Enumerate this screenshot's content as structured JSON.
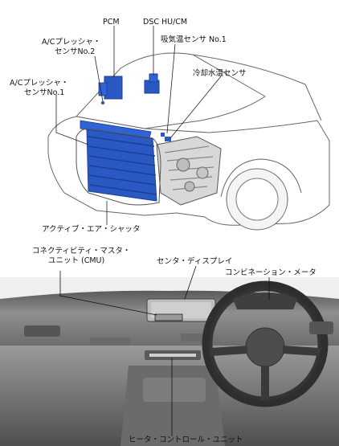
{
  "engine_diagram": {
    "labels": {
      "pcm": "PCM",
      "dsc": "DSC HU/CM",
      "ac_sensor2_line1": "A/Cプレッシャ・",
      "ac_sensor2_line2": "センサNo.2",
      "intake_temp": "吸気温センサ No.1",
      "coolant_temp": "冷却水温センサ",
      "ac_sensor1_line1": "A/Cプレッシャ・",
      "ac_sensor1_line2": "センサNo.1",
      "active_shutter": "アクティブ・エア・シャッタ"
    }
  },
  "dashboard_diagram": {
    "labels": {
      "cmu_line1": "コネクティビティ・マスタ・",
      "cmu_line2": "ユニット (CMU)",
      "center_display": "センタ・ディスプレイ",
      "combination_meter": "コンビネーション・メータ",
      "heater_control": "ヒータ・コントロール・ユニット"
    }
  },
  "colors": {
    "component_blue": "#2b59c3",
    "component_blue_dark": "#1d3f94",
    "outline_gray": "#555555",
    "interior_gray": "#8a8a8a",
    "interior_dark": "#4a4a4a"
  }
}
